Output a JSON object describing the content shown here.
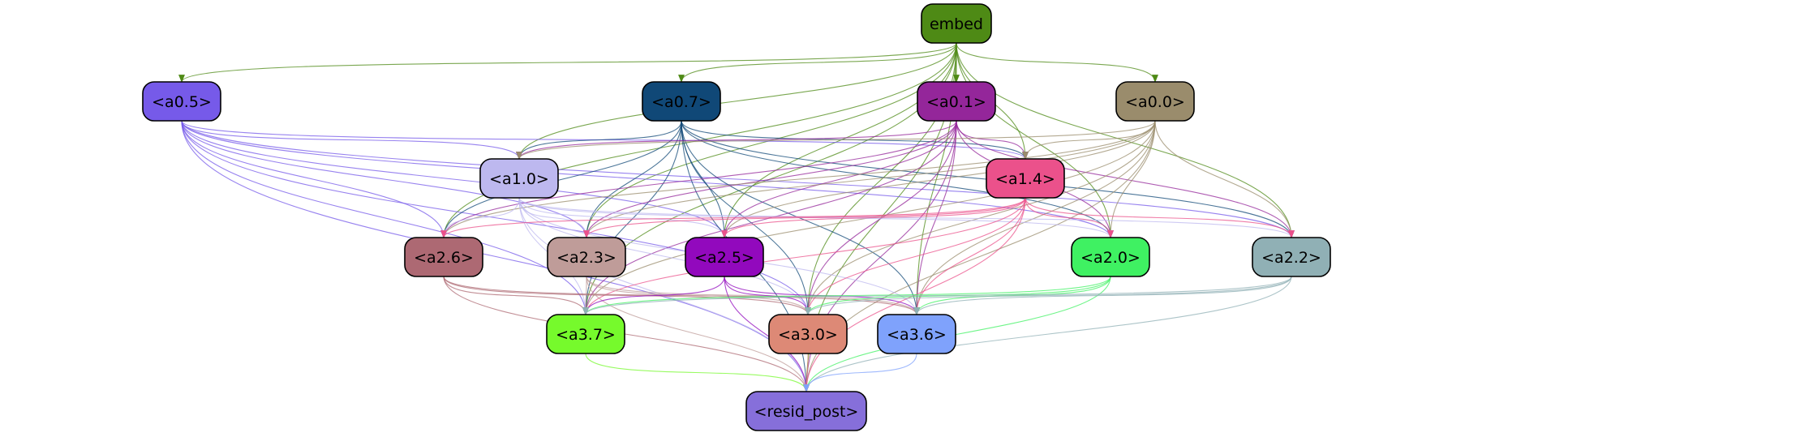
{
  "nodes": [
    {
      "id": "embed",
      "label": "embed",
      "fill": "#4e8a15",
      "text": "#000000"
    },
    {
      "id": "a0_5",
      "label": "<a0.5>",
      "fill": "#765ae9",
      "text": "#000000"
    },
    {
      "id": "a0_7",
      "label": "<a0.7>",
      "fill": "#104877",
      "text": "#000000"
    },
    {
      "id": "a0_1",
      "label": "<a0.1>",
      "fill": "#94269a",
      "text": "#000000"
    },
    {
      "id": "a0_0",
      "label": "<a0.0>",
      "fill": "#9a8c6c",
      "text": "#000000"
    },
    {
      "id": "a1_0",
      "label": "<a1.0>",
      "fill": "#bdb8ef",
      "text": "#000000"
    },
    {
      "id": "a1_4",
      "label": "<a1.4>",
      "fill": "#eb518b",
      "text": "#000000"
    },
    {
      "id": "a2_6",
      "label": "<a2.6>",
      "fill": "#ad6973",
      "text": "#000000"
    },
    {
      "id": "a2_3",
      "label": "<a2.3>",
      "fill": "#bf9c99",
      "text": "#000000"
    },
    {
      "id": "a2_5",
      "label": "<a2.5>",
      "fill": "#9209bd",
      "text": "#000000"
    },
    {
      "id": "a2_0",
      "label": "<a2.0>",
      "fill": "#3ff162",
      "text": "#000000"
    },
    {
      "id": "a2_2",
      "label": "<a2.2>",
      "fill": "#90b0b5",
      "text": "#000000"
    },
    {
      "id": "a3_7",
      "label": "<a3.7>",
      "fill": "#76fa2c",
      "text": "#000000"
    },
    {
      "id": "a3_0",
      "label": "<a3.0>",
      "fill": "#dd8976",
      "text": "#000000"
    },
    {
      "id": "a3_6",
      "label": "<a3.6>",
      "fill": "#7fa2fc",
      "text": "#000000"
    },
    {
      "id": "resid_post",
      "label": "<resid_post>",
      "fill": "#866fda",
      "text": "#000000"
    }
  ],
  "edges": [
    {
      "from": "embed",
      "to": "a0_5",
      "color": "#4e8a15"
    },
    {
      "from": "embed",
      "to": "a0_7",
      "color": "#4e8a15"
    },
    {
      "from": "embed",
      "to": "a0_1",
      "color": "#4e8a15"
    },
    {
      "from": "embed",
      "to": "a0_0",
      "color": "#4e8a15"
    },
    {
      "from": "embed",
      "to": "a1_0",
      "color": "#4e8a15"
    },
    {
      "from": "embed",
      "to": "a1_4",
      "color": "#4e8a15"
    },
    {
      "from": "embed",
      "to": "a2_6",
      "color": "#4e8a15"
    },
    {
      "from": "embed",
      "to": "a2_3",
      "color": "#4e8a15"
    },
    {
      "from": "embed",
      "to": "a2_5",
      "color": "#4e8a15"
    },
    {
      "from": "embed",
      "to": "a2_0",
      "color": "#4e8a15"
    },
    {
      "from": "embed",
      "to": "a2_2",
      "color": "#4e8a15"
    },
    {
      "from": "embed",
      "to": "a3_7",
      "color": "#4e8a15"
    },
    {
      "from": "embed",
      "to": "a3_0",
      "color": "#4e8a15"
    },
    {
      "from": "embed",
      "to": "a3_6",
      "color": "#4e8a15"
    },
    {
      "from": "embed",
      "to": "resid_post",
      "color": "#4e8a15"
    },
    {
      "from": "a0_5",
      "to": "a1_0",
      "color": "#765ae9"
    },
    {
      "from": "a0_5",
      "to": "a1_4",
      "color": "#765ae9"
    },
    {
      "from": "a0_5",
      "to": "a2_6",
      "color": "#765ae9"
    },
    {
      "from": "a0_5",
      "to": "a2_3",
      "color": "#765ae9"
    },
    {
      "from": "a0_5",
      "to": "a2_5",
      "color": "#765ae9"
    },
    {
      "from": "a0_5",
      "to": "a2_0",
      "color": "#765ae9"
    },
    {
      "from": "a0_5",
      "to": "a2_2",
      "color": "#765ae9"
    },
    {
      "from": "a0_5",
      "to": "a3_7",
      "color": "#765ae9"
    },
    {
      "from": "a0_5",
      "to": "a3_0",
      "color": "#765ae9"
    },
    {
      "from": "a0_5",
      "to": "resid_post",
      "color": "#765ae9"
    },
    {
      "from": "a0_7",
      "to": "a1_0",
      "color": "#104877"
    },
    {
      "from": "a0_7",
      "to": "a1_4",
      "color": "#104877"
    },
    {
      "from": "a0_7",
      "to": "a2_6",
      "color": "#104877"
    },
    {
      "from": "a0_7",
      "to": "a2_3",
      "color": "#104877"
    },
    {
      "from": "a0_7",
      "to": "a2_5",
      "color": "#104877"
    },
    {
      "from": "a0_7",
      "to": "a2_0",
      "color": "#104877"
    },
    {
      "from": "a0_7",
      "to": "a2_2",
      "color": "#104877"
    },
    {
      "from": "a0_7",
      "to": "a3_7",
      "color": "#104877"
    },
    {
      "from": "a0_7",
      "to": "a3_0",
      "color": "#104877"
    },
    {
      "from": "a0_7",
      "to": "a3_6",
      "color": "#104877"
    },
    {
      "from": "a0_7",
      "to": "resid_post",
      "color": "#104877"
    },
    {
      "from": "a0_1",
      "to": "a1_0",
      "color": "#94269a"
    },
    {
      "from": "a0_1",
      "to": "a1_4",
      "color": "#94269a"
    },
    {
      "from": "a0_1",
      "to": "a2_6",
      "color": "#94269a"
    },
    {
      "from": "a0_1",
      "to": "a2_3",
      "color": "#94269a"
    },
    {
      "from": "a0_1",
      "to": "a2_5",
      "color": "#94269a"
    },
    {
      "from": "a0_1",
      "to": "a2_0",
      "color": "#94269a"
    },
    {
      "from": "a0_1",
      "to": "a2_2",
      "color": "#94269a"
    },
    {
      "from": "a0_1",
      "to": "a3_7",
      "color": "#94269a"
    },
    {
      "from": "a0_1",
      "to": "a3_0",
      "color": "#94269a"
    },
    {
      "from": "a0_1",
      "to": "a3_6",
      "color": "#94269a"
    },
    {
      "from": "a0_1",
      "to": "resid_post",
      "color": "#94269a"
    },
    {
      "from": "a0_0",
      "to": "a1_0",
      "color": "#9a8c6c"
    },
    {
      "from": "a0_0",
      "to": "a1_4",
      "color": "#9a8c6c"
    },
    {
      "from": "a0_0",
      "to": "a2_6",
      "color": "#9a8c6c"
    },
    {
      "from": "a0_0",
      "to": "a2_3",
      "color": "#9a8c6c"
    },
    {
      "from": "a0_0",
      "to": "a2_5",
      "color": "#9a8c6c"
    },
    {
      "from": "a0_0",
      "to": "a2_0",
      "color": "#9a8c6c"
    },
    {
      "from": "a0_0",
      "to": "a2_2",
      "color": "#9a8c6c"
    },
    {
      "from": "a0_0",
      "to": "a3_7",
      "color": "#9a8c6c"
    },
    {
      "from": "a0_0",
      "to": "a3_0",
      "color": "#9a8c6c"
    },
    {
      "from": "a0_0",
      "to": "a3_6",
      "color": "#9a8c6c"
    },
    {
      "from": "a0_0",
      "to": "resid_post",
      "color": "#9a8c6c"
    },
    {
      "from": "a1_0",
      "to": "a2_6",
      "color": "#bdb8ef"
    },
    {
      "from": "a1_0",
      "to": "a2_3",
      "color": "#bdb8ef"
    },
    {
      "from": "a1_0",
      "to": "a2_5",
      "color": "#bdb8ef"
    },
    {
      "from": "a1_0",
      "to": "a2_0",
      "color": "#bdb8ef"
    },
    {
      "from": "a1_0",
      "to": "a2_2",
      "color": "#bdb8ef"
    },
    {
      "from": "a1_0",
      "to": "a3_7",
      "color": "#bdb8ef"
    },
    {
      "from": "a1_0",
      "to": "a3_0",
      "color": "#bdb8ef"
    },
    {
      "from": "a1_0",
      "to": "a3_6",
      "color": "#bdb8ef"
    },
    {
      "from": "a1_0",
      "to": "resid_post",
      "color": "#bdb8ef"
    },
    {
      "from": "a1_4",
      "to": "a2_6",
      "color": "#eb518b"
    },
    {
      "from": "a1_4",
      "to": "a2_3",
      "color": "#eb518b"
    },
    {
      "from": "a1_4",
      "to": "a2_5",
      "color": "#eb518b"
    },
    {
      "from": "a1_4",
      "to": "a2_0",
      "color": "#eb518b"
    },
    {
      "from": "a1_4",
      "to": "a2_2",
      "color": "#eb518b"
    },
    {
      "from": "a1_4",
      "to": "a3_7",
      "color": "#eb518b"
    },
    {
      "from": "a1_4",
      "to": "a3_0",
      "color": "#eb518b"
    },
    {
      "from": "a1_4",
      "to": "a3_6",
      "color": "#eb518b"
    },
    {
      "from": "a1_4",
      "to": "resid_post",
      "color": "#eb518b"
    },
    {
      "from": "a2_6",
      "to": "a3_7",
      "color": "#ad6973"
    },
    {
      "from": "a2_6",
      "to": "a3_0",
      "color": "#ad6973"
    },
    {
      "from": "a2_6",
      "to": "a3_6",
      "color": "#ad6973"
    },
    {
      "from": "a2_6",
      "to": "resid_post",
      "color": "#ad6973"
    },
    {
      "from": "a2_3",
      "to": "a3_7",
      "color": "#bf9c99"
    },
    {
      "from": "a2_3",
      "to": "a3_0",
      "color": "#bf9c99"
    },
    {
      "from": "a2_3",
      "to": "a3_6",
      "color": "#bf9c99"
    },
    {
      "from": "a2_3",
      "to": "resid_post",
      "color": "#bf9c99"
    },
    {
      "from": "a2_5",
      "to": "a3_7",
      "color": "#9209bd"
    },
    {
      "from": "a2_5",
      "to": "a3_0",
      "color": "#9209bd"
    },
    {
      "from": "a2_5",
      "to": "a3_6",
      "color": "#9209bd"
    },
    {
      "from": "a2_5",
      "to": "resid_post",
      "color": "#9209bd"
    },
    {
      "from": "a2_0",
      "to": "a3_7",
      "color": "#3ff162"
    },
    {
      "from": "a2_0",
      "to": "a3_0",
      "color": "#3ff162"
    },
    {
      "from": "a2_0",
      "to": "a3_6",
      "color": "#3ff162"
    },
    {
      "from": "a2_0",
      "to": "resid_post",
      "color": "#3ff162"
    },
    {
      "from": "a2_2",
      "to": "a3_7",
      "color": "#90b0b5"
    },
    {
      "from": "a2_2",
      "to": "a3_0",
      "color": "#90b0b5"
    },
    {
      "from": "a2_2",
      "to": "a3_6",
      "color": "#90b0b5"
    },
    {
      "from": "a2_2",
      "to": "resid_post",
      "color": "#90b0b5"
    },
    {
      "from": "a3_7",
      "to": "resid_post",
      "color": "#76fa2c"
    },
    {
      "from": "a3_0",
      "to": "resid_post",
      "color": "#dd8976"
    },
    {
      "from": "a3_6",
      "to": "resid_post",
      "color": "#7fa2fc"
    }
  ]
}
